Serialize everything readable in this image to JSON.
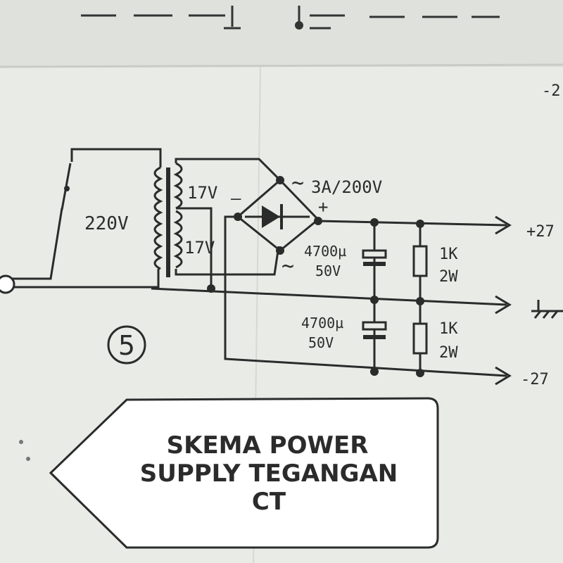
{
  "diagram": {
    "primary_voltage": "220V",
    "secondary_top": "17V",
    "secondary_bottom": "17V",
    "minus_sign": "–",
    "plus_sign": "+",
    "ac_top": "~",
    "ac_bottom": "~",
    "bridge_rating": "3A/200V",
    "cap_top_value": "4700µ",
    "cap_top_voltage": "50V",
    "cap_bottom_value": "4700µ",
    "cap_bottom_voltage": "50V",
    "res_top_value": "1K",
    "res_top_power": "2W",
    "res_bottom_value": "1K",
    "res_bottom_power": "2W",
    "out_positive": "+27",
    "out_negative": "-27",
    "figure_number": "5"
  },
  "banner": {
    "line1": "SKEMA POWER",
    "line2": "SUPPLY TEGANGAN",
    "line3": "CT",
    "text_color": "#1a3fd6",
    "fill_color": "#ffffff"
  }
}
